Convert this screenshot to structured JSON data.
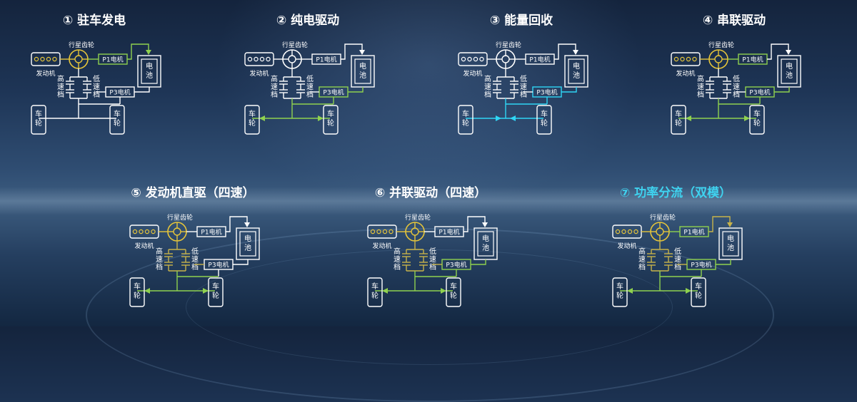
{
  "labels": {
    "planetary": "行星齿轮",
    "engine": "发动机",
    "p1": "P1电机",
    "p3": "P3电机",
    "battery": "电池",
    "high_gear": "高速档",
    "low_gear": "低速档",
    "wheel": "车轮"
  },
  "colors": {
    "line": "#ffffff",
    "green": "#8fd14f",
    "cyan": "#2fd6f5",
    "olive": "#c8b34a",
    "gear_gold": "#e6c53a",
    "highlight_title": "#3fd3f0"
  },
  "modes": [
    {
      "title": "① 驻车发电",
      "highlight": false,
      "engine_lit": true,
      "gear_lit": true,
      "p1": "green",
      "p3": "white",
      "gearbox": "white",
      "wheel": "white",
      "arrows": "none",
      "p1_to_battery": "green"
    },
    {
      "title": "② 纯电驱动",
      "highlight": false,
      "engine_lit": false,
      "gear_lit": false,
      "p1": "white",
      "p3": "green",
      "gearbox": "white",
      "wheel": "green",
      "arrows": "out",
      "p1_to_battery": "white"
    },
    {
      "title": "③ 能量回收",
      "highlight": false,
      "engine_lit": false,
      "gear_lit": false,
      "p1": "white",
      "p3": "cyan",
      "gearbox": "white",
      "wheel": "cyan",
      "arrows": "in",
      "p1_to_battery": "white"
    },
    {
      "title": "④ 串联驱动",
      "highlight": false,
      "engine_lit": true,
      "gear_lit": true,
      "p1": "green",
      "p3": "green",
      "gearbox": "white",
      "wheel": "green",
      "arrows": "out",
      "p1_to_battery": "white"
    },
    {
      "title": "⑤ 发动机直驱（四速）",
      "highlight": false,
      "engine_lit": true,
      "gear_lit": true,
      "p1": "white",
      "p3": "white",
      "gearbox": "olive",
      "wheel": "green",
      "arrows": "out",
      "p1_to_battery": "white"
    },
    {
      "title": "⑥ 并联驱动（四速）",
      "highlight": false,
      "engine_lit": true,
      "gear_lit": true,
      "p1": "white",
      "p3": "green",
      "gearbox": "olive",
      "wheel": "green",
      "arrows": "out",
      "p1_to_battery": "white"
    },
    {
      "title": "⑦ 功率分流（双模）",
      "highlight": true,
      "engine_lit": true,
      "gear_lit": true,
      "p1": "green",
      "p3": "green",
      "gearbox": "olive",
      "wheel": "green",
      "arrows": "out",
      "p1_to_battery": "olive"
    }
  ]
}
